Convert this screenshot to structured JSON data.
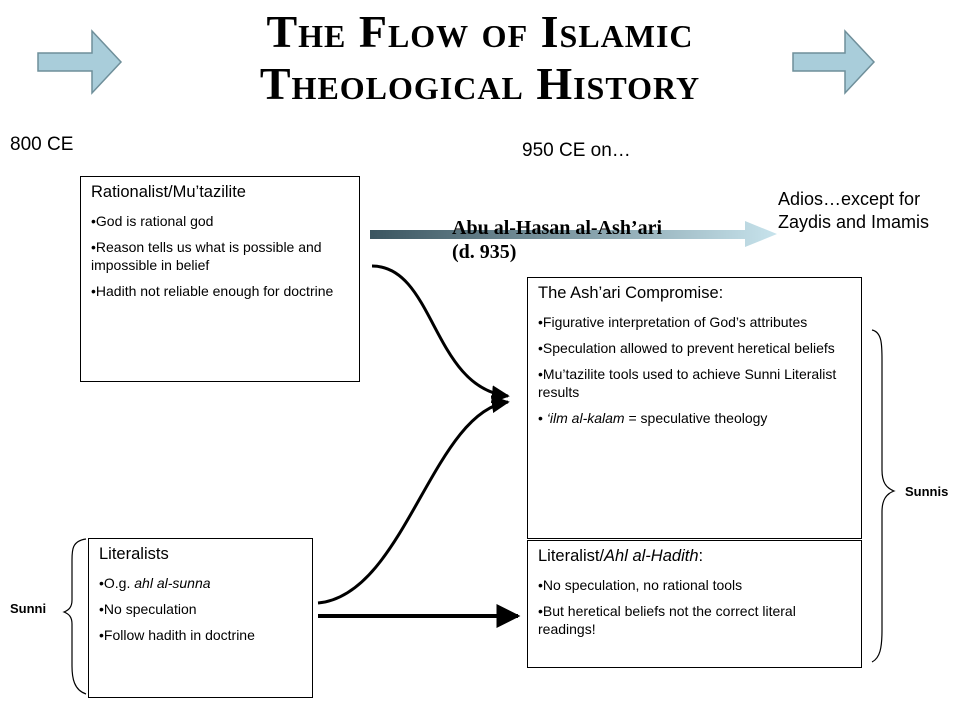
{
  "title": {
    "line1": "The Flow of Islamic",
    "line2": "Theological History"
  },
  "dates": {
    "left": "800 CE",
    "right": "950 CE on…"
  },
  "rationalist": {
    "heading": "Rationalist/Mu’tazilite",
    "items": [
      "God is rational god",
      "Reason tells us what is possible and impossible in belief",
      "Hadith not reliable enough for doctrine"
    ]
  },
  "ashari": {
    "name_line1": "Abu al-Hasan al-Ash’ari",
    "name_line2": "(d. 935)"
  },
  "adios": "Adios…except for Zaydis and Imamis",
  "compromise": {
    "heading": "The Ash’ari Compromise:",
    "items": [
      "Figurative interpretation of God’s attributes",
      "Speculation allowed to prevent heretical beliefs",
      "Mu’tazilite tools used to achieve Sunni Literalist results"
    ],
    "kalam_term": "‘ilm al-kalam",
    "kalam_rest": " = speculative theology"
  },
  "literalists": {
    "heading": "Literalists",
    "og_prefix": "O.g. ",
    "og_term": "ahl al-sunna",
    "items": [
      "No speculation",
      "Follow hadith in doctrine"
    ]
  },
  "ahl_hadith": {
    "heading_prefix": "Literalist/",
    "heading_term": "Ahl al-Hadith",
    "heading_suffix": ":",
    "items": [
      "No speculation, no rational tools",
      "But heretical beliefs not the correct literal readings!"
    ]
  },
  "labels": {
    "sunni": "Sunni",
    "sunnis": "Sunnis"
  },
  "icons": [
    "arrow-right-icon"
  ],
  "colors": {
    "nav_arrow_fill": "#a9cdda",
    "nav_arrow_stroke": "#6f8f9a",
    "gradient_start": "#3b5560",
    "gradient_end": "#c7e3ec"
  }
}
